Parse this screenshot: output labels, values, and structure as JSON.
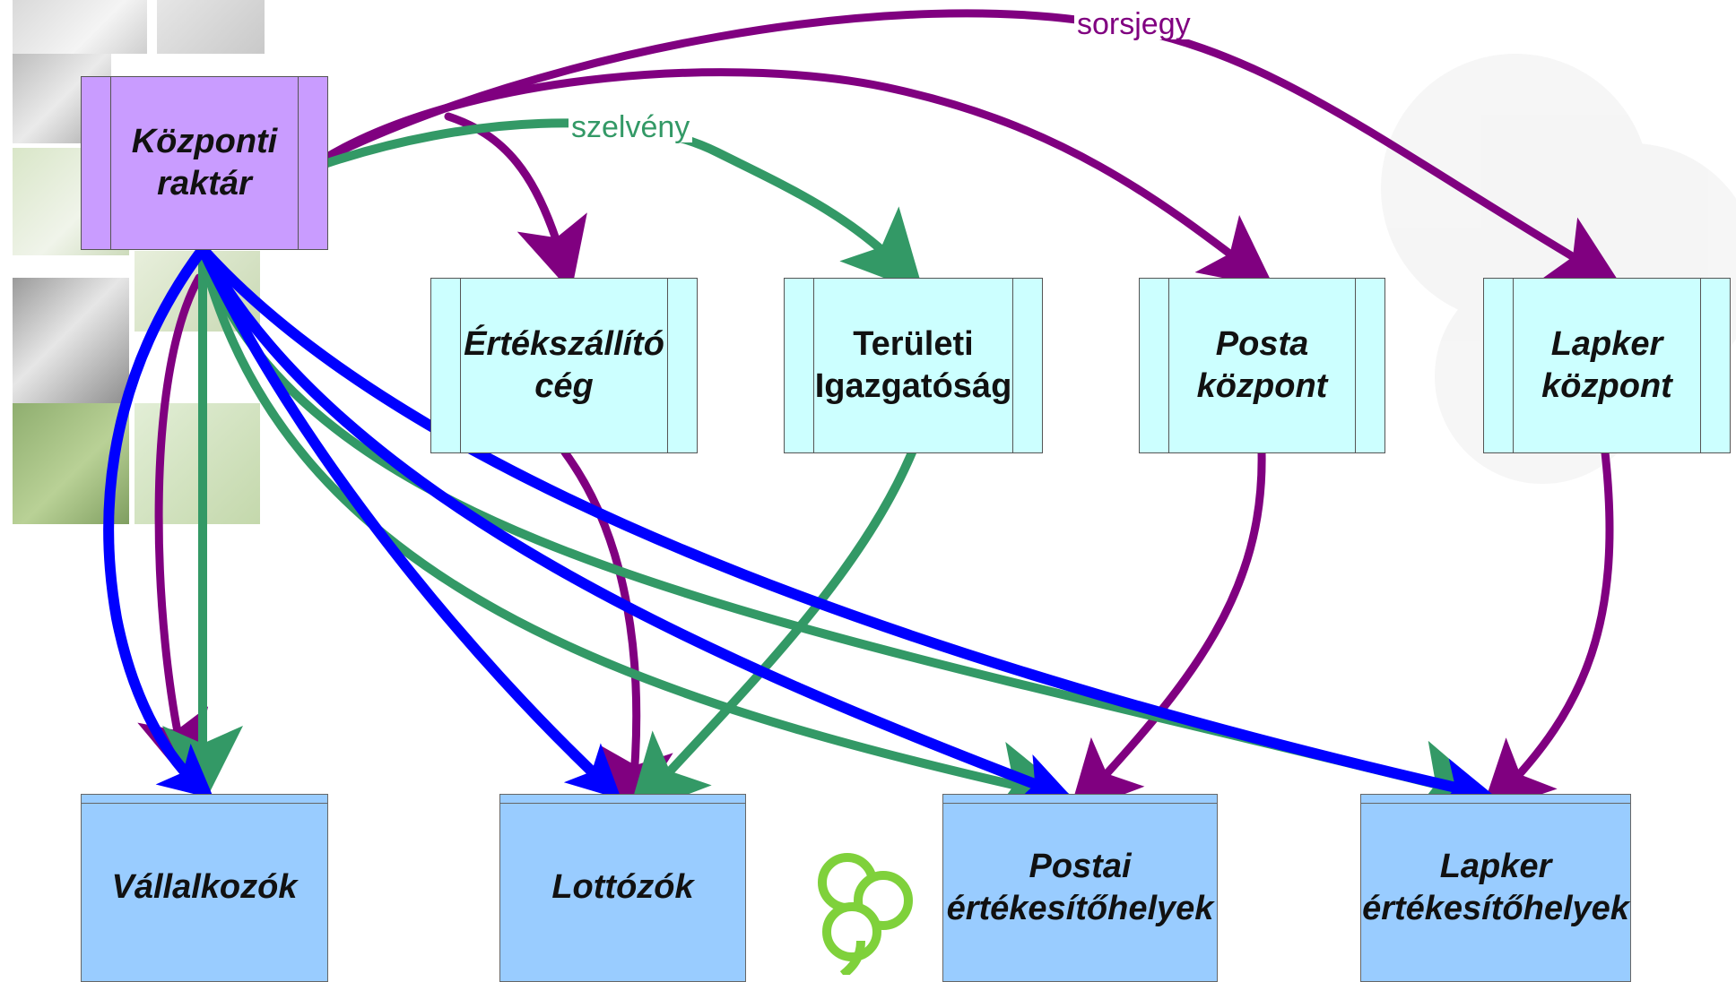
{
  "nodes": {
    "central": "Központi raktár",
    "mid": [
      "Értékszállító cég",
      "Területi Igazgatóság",
      "Posta központ",
      "Lapker központ"
    ],
    "bottom": [
      "Vállalkozók",
      "Lottózók",
      "Postai értékesítőhelyek",
      "Lapker értékesítőhelyek"
    ]
  },
  "edge_labels": {
    "sorsjegy": "sorsjegy",
    "szelveny": "szelvény"
  },
  "colors": {
    "sorsjegy": "#800080",
    "szelveny": "#339966",
    "blue": "#0000ff"
  }
}
